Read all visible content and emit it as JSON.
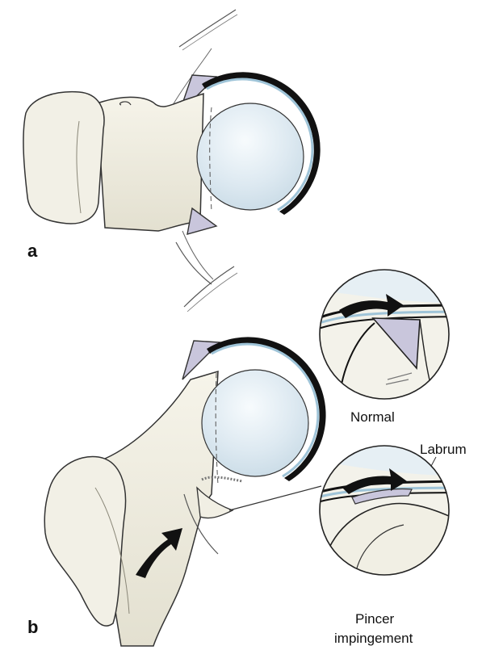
{
  "panels": {
    "a": {
      "letter": "a"
    },
    "b": {
      "letter": "b"
    }
  },
  "insets": {
    "normal": {
      "caption": "Normal"
    },
    "pincer": {
      "caption_line1": "Pincer",
      "caption_line2": "impingement",
      "callout": "Labrum"
    }
  },
  "colors": {
    "bone": "#f1efe4",
    "bone_shade": "#dcd9c8",
    "head": "#dce9f2",
    "head_shine": "#f5fafc",
    "labrum": "#c9c6dc",
    "acetabulum_line": "#111111",
    "cartilage": "#9fc4d8"
  }
}
